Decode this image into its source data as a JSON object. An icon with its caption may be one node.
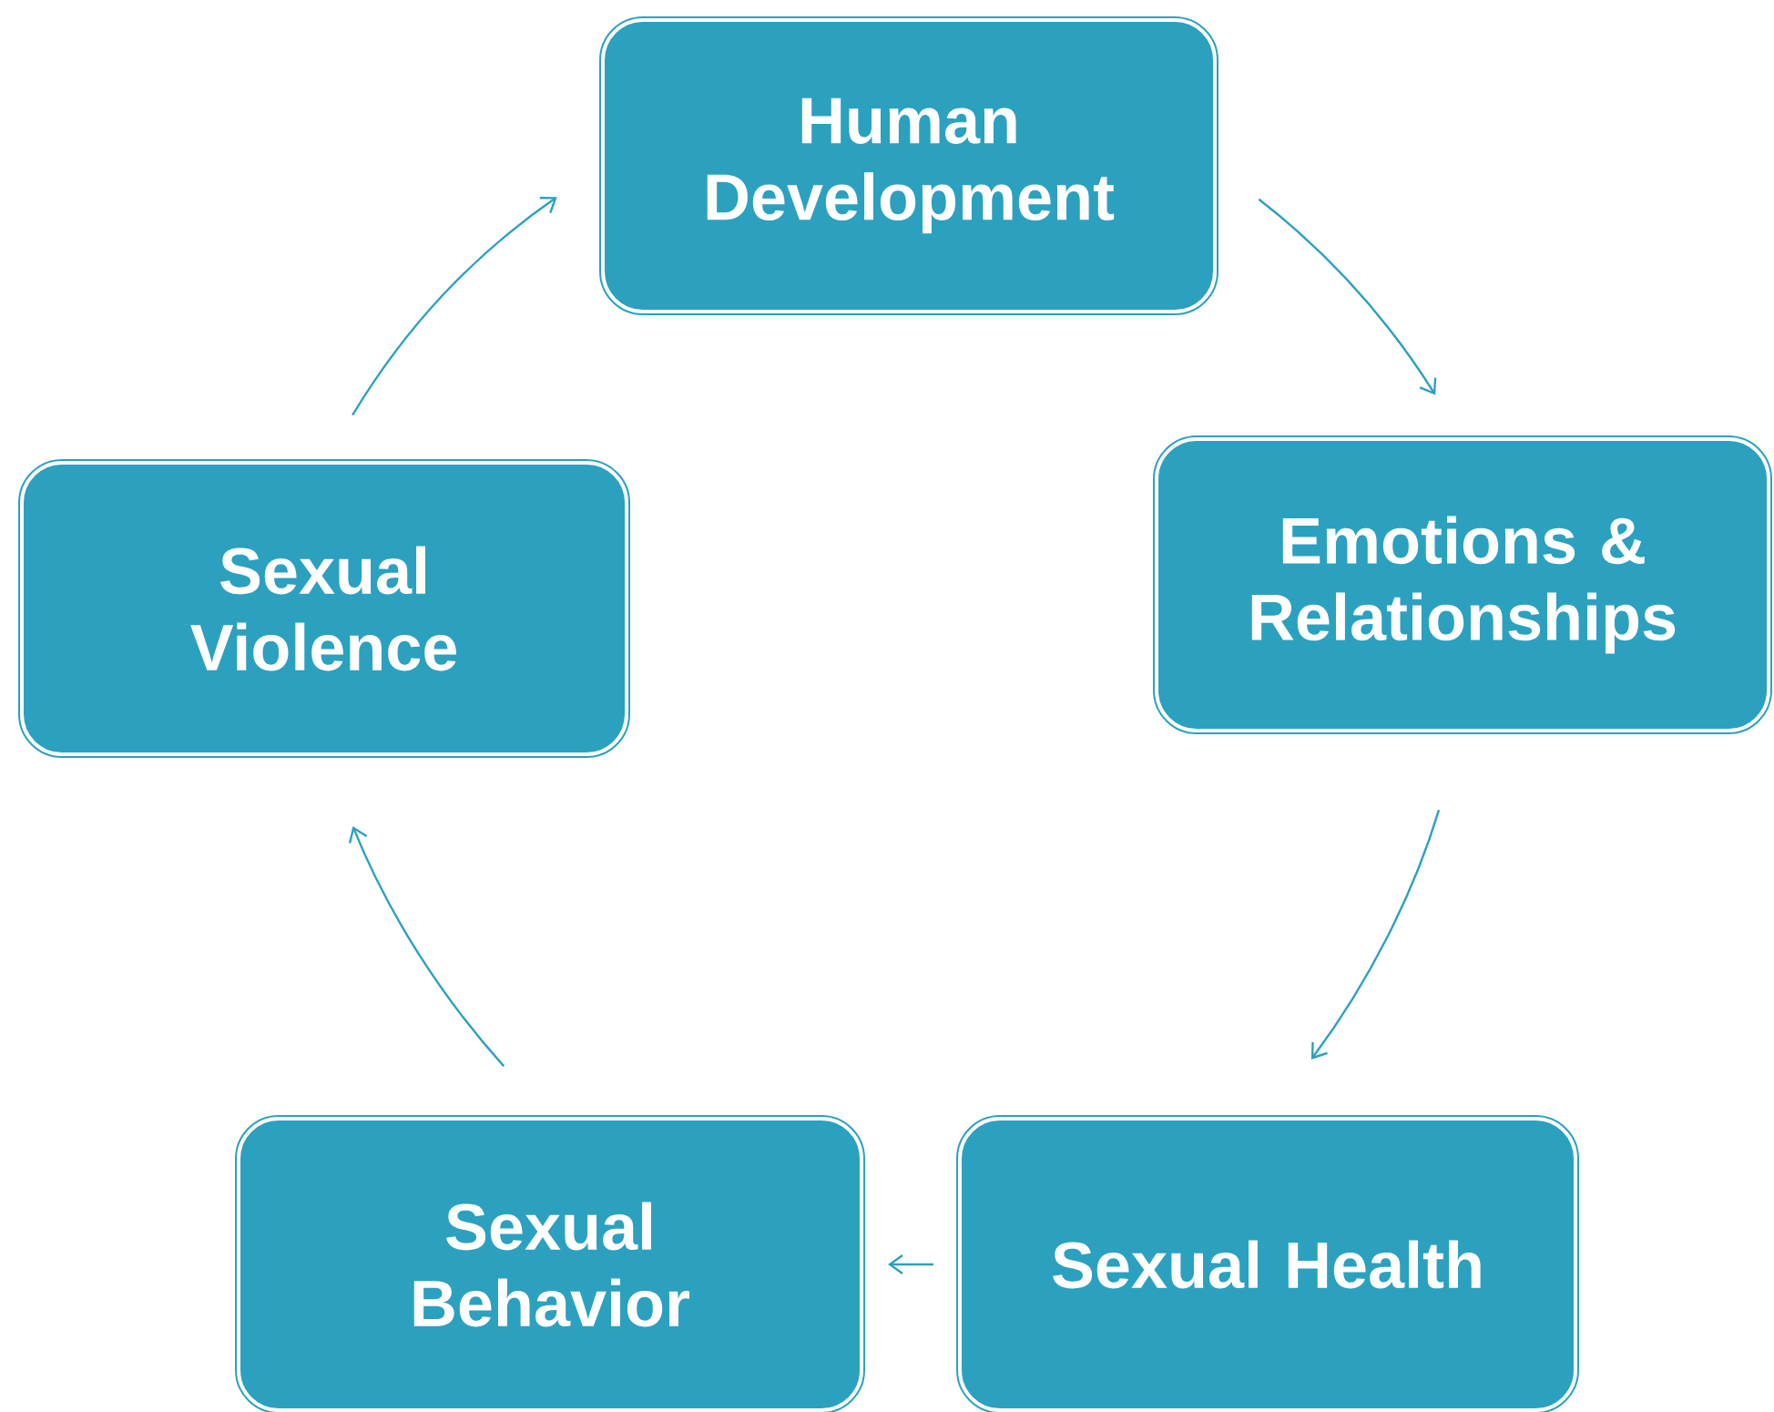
{
  "diagram": {
    "nodes": [
      {
        "text": [
          "Human Development"
        ]
      },
      {
        "text": [
          "Emotions & Relationships"
        ]
      },
      {
        "text": [
          "Sexual Health"
        ]
      },
      {
        "text": [
          "Sexual Behavior"
        ]
      },
      {
        "text": [
          "Sexual Violence"
        ]
      }
    ],
    "edges": [
      {
        "from": 0,
        "to": 1,
        "arrow": "to"
      },
      {
        "from": 1,
        "to": 2,
        "arrow": "to"
      },
      {
        "from": 2,
        "to": 3,
        "arrow": "to"
      },
      {
        "from": 3,
        "to": 4,
        "arrow": "to"
      },
      {
        "from": 4,
        "to": 0,
        "arrow": "to"
      }
    ]
  }
}
